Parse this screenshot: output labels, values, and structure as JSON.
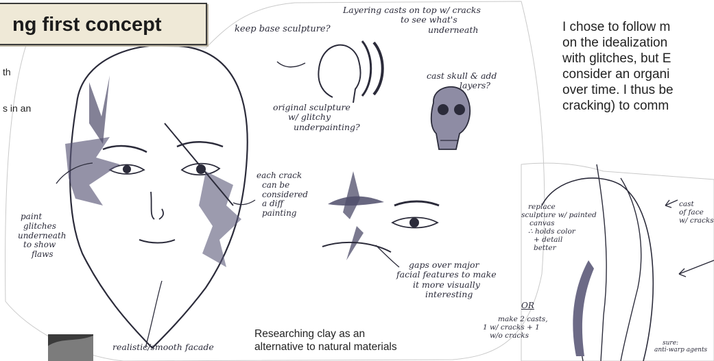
{
  "title": "ng first concept",
  "left_fragments": [
    "th",
    "s in an"
  ],
  "right_paragraph": [
    "I chose to follow m",
    "on the idealization",
    "with glitches, but E",
    "consider an organi",
    "over time. I thus be",
    "cracking) to comm"
  ],
  "caption": [
    "Researching clay as an",
    "alternative to natural materials"
  ],
  "notes": {
    "keep_base": "keep base sculpture?",
    "layering": [
      "Layering casts on top w/ cracks",
      "to see what's",
      "underneath"
    ],
    "cast_skull": [
      "cast skull & add",
      "layers?"
    ],
    "original": [
      "original sculpture",
      "w/ glitchy",
      "underpainting?"
    ],
    "each_crack": [
      "each crack",
      "can be",
      "considered",
      "a diff",
      "painting"
    ],
    "paint_glitches": [
      "paint",
      "glitches",
      "underneath",
      "to show",
      "flaws"
    ],
    "gaps": [
      "gaps over major",
      "facial features to make",
      "it more visually",
      "interesting"
    ],
    "realistic": "realistic/smooth facade",
    "replace": [
      "replace",
      "sculpture w/ painted",
      "canvas",
      "∴ holds color",
      "+ detail",
      "better"
    ],
    "or": "OR",
    "make_casts": [
      "make 2 casts,",
      "1 w/ cracks + 1",
      "w/o cracks"
    ],
    "cast_face": [
      "cast",
      "of face",
      "w/ cracks"
    ],
    "anti_warp": [
      "sure:",
      "anti-warp agents"
    ]
  },
  "colors": {
    "title_bg": "#efe9d7",
    "ink": "#2b2b3a",
    "wash": "#6c6a86"
  }
}
